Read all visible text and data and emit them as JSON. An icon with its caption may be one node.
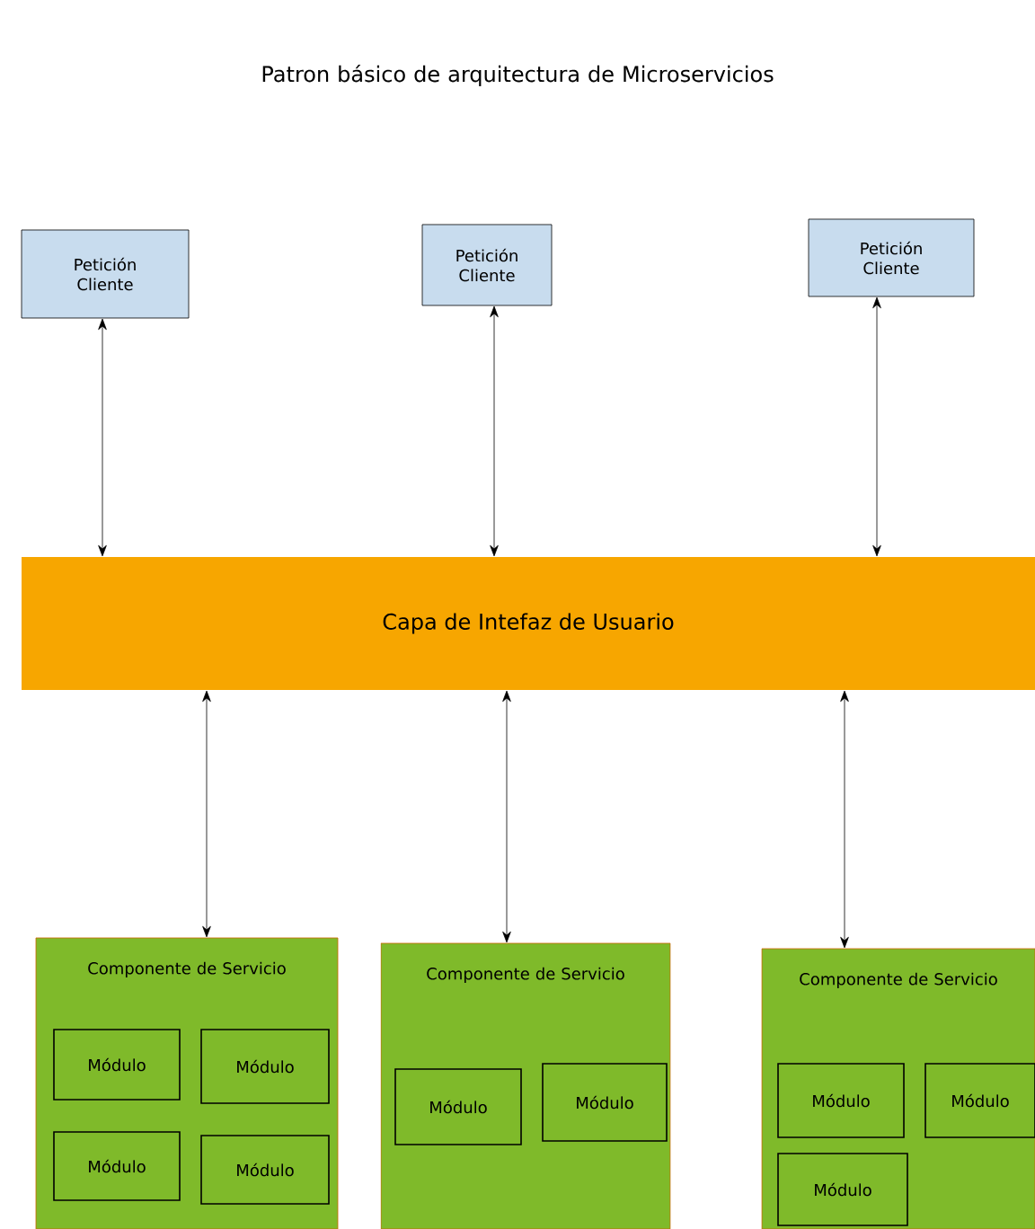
{
  "diagram": {
    "title": "Patron básico de arquitectura de Microservicios",
    "nodes": [
      {
        "text": [
          "Petición Cliente"
        ]
      },
      {
        "text": [
          "Petición Cliente"
        ]
      },
      {
        "text": [
          "Petición Cliente"
        ]
      },
      {
        "text": [
          "Capa de Intefaz de Usuario"
        ]
      },
      {
        "text": [
          "Componente de Servicio"
        ]
      },
      {
        "text": [
          "Módulo"
        ],
        "in": 4
      },
      {
        "text": [
          "Módulo"
        ],
        "in": 4
      },
      {
        "text": [
          "Módulo"
        ],
        "in": 4
      },
      {
        "text": [
          "Módulo"
        ],
        "in": 4
      },
      {
        "text": [
          "Componente de Servicio"
        ]
      },
      {
        "text": [
          "Módulo"
        ],
        "in": 9
      },
      {
        "text": [
          "Módulo"
        ],
        "in": 9
      },
      {
        "text": [
          "Componente de Servicio"
        ]
      },
      {
        "text": [
          "Módulo"
        ],
        "in": 12
      },
      {
        "text": [
          "Módulo"
        ],
        "in": 12
      },
      {
        "text": [
          "Módulo"
        ],
        "in": 12
      }
    ],
    "edges": [
      {
        "from": 0,
        "to": 3,
        "arrow": "both"
      },
      {
        "from": 1,
        "to": 3,
        "arrow": "both"
      },
      {
        "from": 2,
        "to": 3,
        "arrow": "both"
      },
      {
        "from": 3,
        "to": 4,
        "arrow": "both"
      },
      {
        "from": 3,
        "to": 9,
        "arrow": "both"
      },
      {
        "from": 3,
        "to": 12,
        "arrow": "both"
      }
    ]
  }
}
